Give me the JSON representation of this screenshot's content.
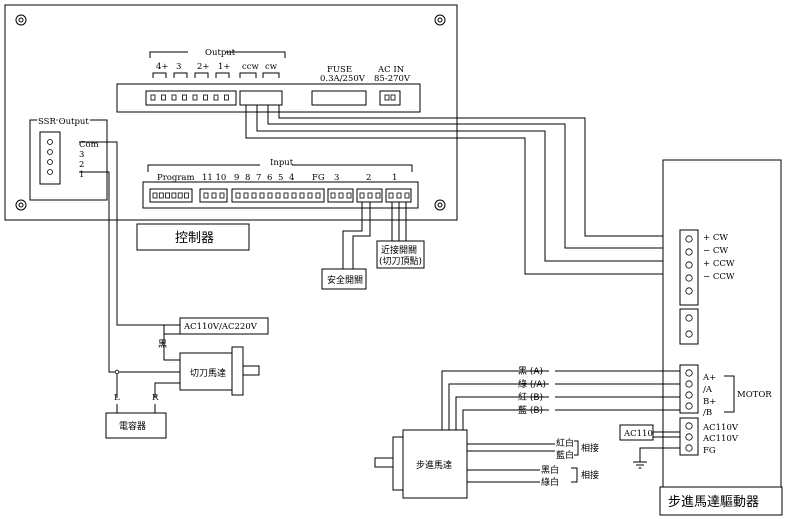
{
  "controller": {
    "output_header": "Output",
    "output_labels": [
      "4+",
      "3",
      "2+",
      "1+",
      "ccw",
      "cw"
    ],
    "fuse_label": "FUSE",
    "fuse_rating": "0.3A/250V",
    "acin_label": "AC IN",
    "acin_rating": "85-270V",
    "ssr_label": "SSR Output",
    "ssr_pins": [
      "Com",
      "3",
      "2",
      "1"
    ],
    "input_header": "Input",
    "input_labels": [
      "Program",
      "11 10",
      "9",
      "8",
      "7",
      "6",
      "5",
      "4",
      "FG",
      "3",
      "2",
      "1"
    ],
    "name": "控制器"
  },
  "safety_switch": "安全開關",
  "limit_switch_line1": "近接開關",
  "limit_switch_line2": "(切刀頂點)",
  "ac_supply": "AC110V/AC220V",
  "cutter_motor": "切刀馬達",
  "wire_black": "黑",
  "capacitor": "電容器",
  "cap_terminals": [
    "L",
    "R"
  ],
  "driver": {
    "signal_labels": [
      "+ CW",
      "− CW",
      "+ CCW",
      "− CCW"
    ],
    "motor_labels": [
      "A+",
      "/A",
      "B+",
      "/B"
    ],
    "motor_group": "MOTOR",
    "power_labels": [
      "AC110V",
      "AC110V",
      "FG"
    ],
    "ac_box": "AC110",
    "name": "步進馬達驅動器"
  },
  "stepper": {
    "name": "步進馬達",
    "wires": [
      "黑 (A)",
      "綠 (/A)",
      "紅 (B)",
      "藍 (B)"
    ],
    "pair_wires": [
      "紅白",
      "藍白",
      "黑白",
      "綠白"
    ],
    "pair_note": "相接"
  }
}
